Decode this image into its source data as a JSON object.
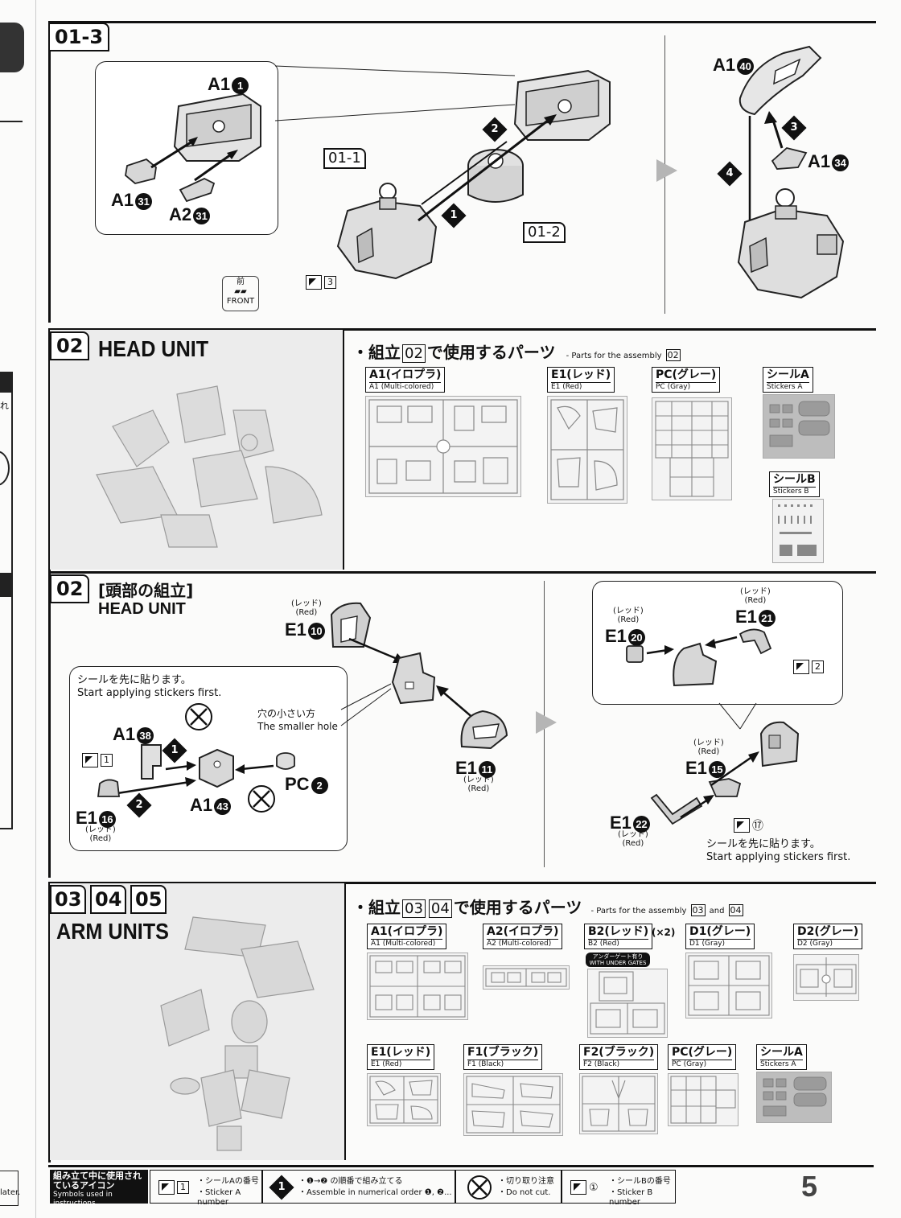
{
  "step_01_3": {
    "badge": "01-3",
    "sub_01_1": "01-1",
    "sub_01_2": "01-2",
    "labels": {
      "a1_1": "A1",
      "a1_1_num": "1",
      "a1_31": "A1",
      "a1_31_num": "31",
      "a2_31": "A2",
      "a2_31_num": "31",
      "a1_40": "A1",
      "a1_40_num": "40",
      "a1_34": "A1",
      "a1_34_num": "34"
    },
    "order": [
      "1",
      "2",
      "3",
      "4"
    ],
    "sticker_ref": "3",
    "front_jp": "前",
    "front_en": "FRONT"
  },
  "parts_02": {
    "badge": "02",
    "title": "HEAD UNIT",
    "heading_jp_pre": "・組立",
    "heading_box": "02",
    "heading_jp_post": "で使用するパーツ",
    "heading_en_pre": "- Parts for the assembly",
    "heading_en_box": "02",
    "runners": [
      {
        "jp": "A1(イロプラ)",
        "en": "A1 (Multi-colored)"
      },
      {
        "jp": "E1(レッド)",
        "en": "E1 (Red)"
      },
      {
        "jp": "PC(グレー)",
        "en": "PC (Gray)"
      },
      {
        "jp": "シールA",
        "en": "Stickers A"
      },
      {
        "jp": "シールB",
        "en": "Stickers B"
      }
    ]
  },
  "step_02": {
    "badge": "02",
    "title_jp": "[頭部の組立]",
    "title_en": "HEAD UNIT",
    "red_jp": "(レッド)",
    "red_en": "(Red)",
    "callout1_jp": "シールを先に貼ります。",
    "callout1_en": "Start applying stickers first.",
    "smaller_jp": "穴の小さい方",
    "smaller_en": "The smaller hole",
    "labels": {
      "e1_10": "E1",
      "e1_10_num": "10",
      "a1_38": "A1",
      "a1_38_num": "38",
      "pc_2": "PC",
      "pc_2_num": "2",
      "a1_43": "A1",
      "a1_43_num": "43",
      "e1_16": "E1",
      "e1_16_num": "16",
      "e1_11": "E1",
      "e1_11_num": "11",
      "e1_20": "E1",
      "e1_20_num": "20",
      "e1_21": "E1",
      "e1_21_num": "21",
      "e1_15": "E1",
      "e1_15_num": "15",
      "e1_22": "E1",
      "e1_22_num": "22"
    },
    "order": [
      "1",
      "2"
    ],
    "sticker_a_ref": "1",
    "sticker_a_ref2": "2",
    "sticker_b_ref": "⑰",
    "callout2_jp": "シールを先に貼ります。",
    "callout2_en": "Start applying stickers first."
  },
  "parts_03_05": {
    "badges": [
      "03",
      "04",
      "05"
    ],
    "title": "ARM UNITS",
    "heading_jp_pre": "・組立",
    "heading_box1": "03",
    "heading_box2": "04",
    "heading_jp_post": "で使用するパーツ",
    "heading_en_pre": "- Parts for the assembly",
    "heading_en_box1": "03",
    "heading_en_and": "and",
    "heading_en_box2": "04",
    "multiplier": "(×2)",
    "under_gates": "アンダーゲート有り WITH UNDER GATES",
    "runners": [
      {
        "jp": "A1(イロプラ)",
        "en": "A1 (Multi-colored)"
      },
      {
        "jp": "A2(イロプラ)",
        "en": "A2 (Multi-colored)"
      },
      {
        "jp": "B2(レッド)",
        "en": "B2 (Red)"
      },
      {
        "jp": "D1(グレー)",
        "en": "D1 (Gray)"
      },
      {
        "jp": "D2(グレー)",
        "en": "D2 (Gray)"
      },
      {
        "jp": "E1(レッド)",
        "en": "E1 (Red)"
      },
      {
        "jp": "F1(ブラック)",
        "en": "F1 (Black)"
      },
      {
        "jp": "F2(ブラック)",
        "en": "F2 (Black)"
      },
      {
        "jp": "PC(グレー)",
        "en": "PC (Gray)"
      },
      {
        "jp": "シールA",
        "en": "Stickers A"
      }
    ]
  },
  "footer": {
    "legend_title_jp": "組み立て中に使用されているアイコン",
    "legend_title_en": "Symbols used in instructions",
    "sticker_a_num": "1",
    "sticker_a_jp": "・シールAの番号",
    "sticker_a_en": "・Sticker A number",
    "order_jp": "・❶→❷ の順番で組み立てる",
    "order_en": "・Assemble in numerical order ❶, ❷...",
    "cut_jp": "・切り取り注意",
    "cut_en": "・Do not cut.",
    "sticker_b_num": "①",
    "sticker_b_jp": "・シールBの番号",
    "sticker_b_en": "・Sticker B number",
    "page_number": "5"
  },
  "left_margin": {
    "edge_text_1": "れ",
    "edge_text_2": "later."
  }
}
